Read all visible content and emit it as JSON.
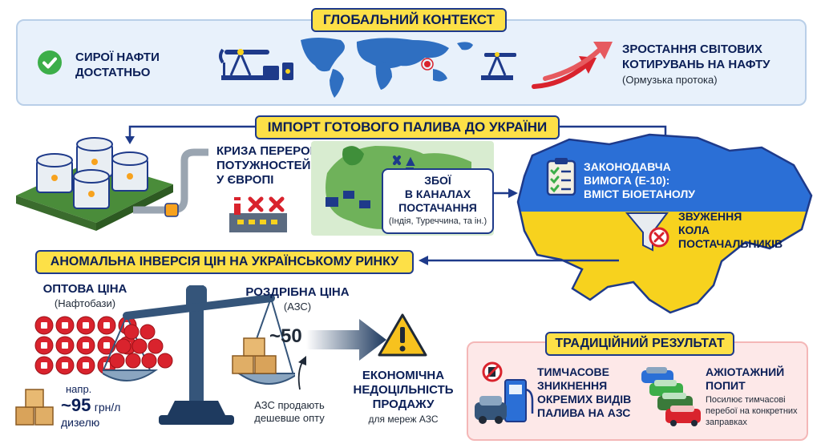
{
  "global": {
    "title": "ГЛОБАЛЬНИЙ КОНТЕКСТ",
    "crude_line1": "СИРОЇ НАФТИ",
    "crude_line2": "ДОСТАТНЬО",
    "prices_line1": "ЗРОСТАННЯ СВІТОВИХ",
    "prices_line2": "КОТИРУВАНЬ НА НАФТУ",
    "prices_note": "(Ормузька протока)"
  },
  "import": {
    "title": "ІМПОРТ ГОТОВОГО ПАЛИВА ДО УКРАЇНИ",
    "crisis_line1": "КРИЗА ПЕРЕРОБНИХ",
    "crisis_line2": "ПОТУЖНОСТЕЙ",
    "crisis_line3": "У ЄВРОПІ",
    "disrupt_line1": "ЗБОЇ",
    "disrupt_line2": "В КАНАЛАХ",
    "disrupt_line3": "ПОСТАЧАННЯ",
    "disrupt_note": "(Індія, Туреччина, та ін.)"
  },
  "ukraine": {
    "legal_line1": "ЗАКОНОДАВЧА",
    "legal_line2": "ВИМОГА (Е-10):",
    "legal_line3": "ВМІСТ БІОЕТАНОЛУ",
    "narrow_line1": "ЗВУЖЕННЯ",
    "narrow_line2": "КОЛА",
    "narrow_line3": "ПОСТАЧАЛЬНИКІВ"
  },
  "inversion": {
    "title": "АНОМАЛЬНА ІНВЕРСІЯ ЦІН НА УКРАЇНСЬКОМУ РИНКУ",
    "wholesale_label": "ОПТОВА ЦІНА",
    "wholesale_sub": "(Нафтобази)",
    "retail_label": "РОЗДРІБНА ЦІНА",
    "retail_sub": "(АЗС)",
    "example_prefix": "напр.",
    "example_value": "~95",
    "example_unit": "грн/л",
    "example_fuel": "дизелю",
    "retail_value": "~50",
    "retail_note_line1": "АЗС продають",
    "retail_note_line2": "дешевше опту",
    "ineff_line1": "ЕКОНОМІЧНА",
    "ineff_line2": "НЕДОЦІЛЬНІСТЬ",
    "ineff_line3": "ПРОДАЖУ",
    "ineff_note": "для мереж АЗС"
  },
  "result": {
    "title": "ТРАДИЦІЙНИЙ РЕЗУЛЬТАТ",
    "shortage_line1": "ТИМЧАСОВЕ",
    "shortage_line2": "ЗНИКНЕННЯ",
    "shortage_line3": "ОКРЕМИХ ВИДІВ",
    "shortage_line4": "ПАЛИВА НА АЗС",
    "panic_line1": "АЖІОТАЖНИЙ",
    "panic_line2": "ПОПИТ",
    "panic_note_line1": "Посилює тимчасові",
    "panic_note_line2": "перебої на конкретних",
    "panic_note_line3": "заправках"
  },
  "colors": {
    "navy": "#0b1f57",
    "yellow": "#fde047",
    "ukraine_blue": "#2b6fd6",
    "ukraine_yellow": "#f7d21e",
    "panel_blue": "#e8f1fb",
    "panel_pink": "#fde8e8",
    "red": "#d9232d",
    "green": "#3cae49"
  }
}
